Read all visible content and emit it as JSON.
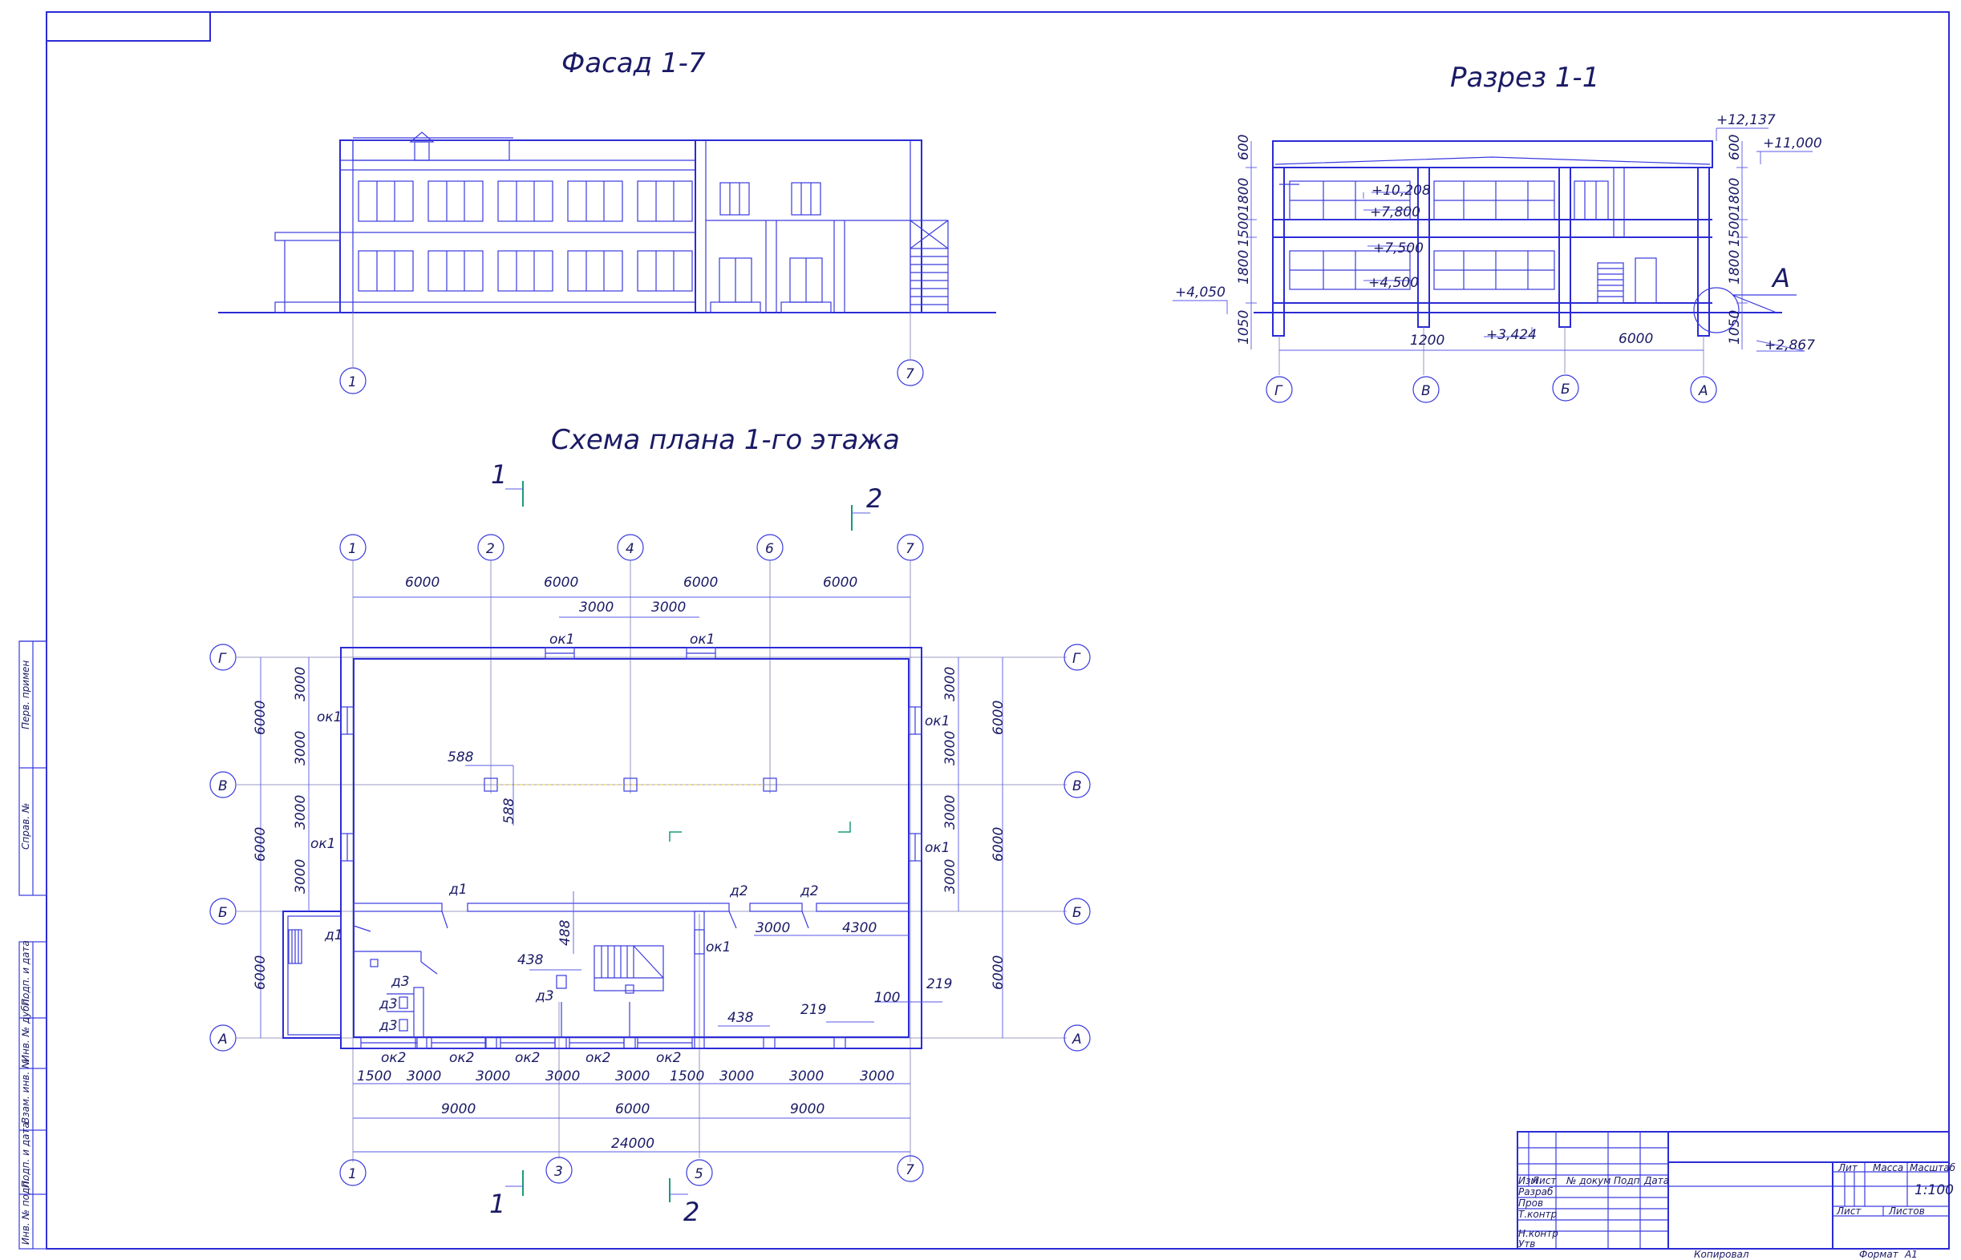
{
  "titles": {
    "facade": "Фасад 1-7",
    "section": "Разрез 1-1",
    "plan": "Схема плана 1-го этажа"
  },
  "facade": {
    "axes": [
      "1",
      "7"
    ]
  },
  "section": {
    "axes": [
      "Г",
      "В",
      "Б",
      "А"
    ],
    "levels": [
      "+12,137",
      "+11,000",
      "+10,208",
      "+7,800",
      "+7,500",
      "+4,500",
      "+4,050",
      "+3,424",
      "+2,867"
    ],
    "left_dims": [
      "600",
      "1800",
      "1500",
      "1800",
      "1050"
    ],
    "right_dims": [
      "600",
      "1800",
      "1500",
      "1800",
      "1050"
    ],
    "bottom_dims": [
      "1200",
      "6000"
    ],
    "node_label": "А"
  },
  "plan": {
    "top_axes": [
      "1",
      "2",
      "4",
      "6",
      "7"
    ],
    "bottom_axes": [
      "1",
      "3",
      "5",
      "7"
    ],
    "row_axes": [
      "Г",
      "В",
      "Б",
      "А"
    ],
    "top_dims": [
      "6000",
      "6000",
      "6000",
      "6000"
    ],
    "top_sub_dims": [
      "3000",
      "3000"
    ],
    "left_outer_dims": [
      "6000",
      "6000",
      "6000"
    ],
    "left_inner_dims": [
      "3000",
      "3000",
      "3000",
      "3000"
    ],
    "right_outer_dims": [
      "6000",
      "6000",
      "6000"
    ],
    "right_inner_dims": [
      "3000",
      "3000",
      "3000",
      "3000"
    ],
    "bottom_row1": [
      "1500",
      "3000",
      "3000",
      "3000",
      "3000",
      "1500",
      "3000",
      "3000",
      "3000"
    ],
    "bottom_row2": [
      "9000",
      "6000",
      "9000"
    ],
    "bottom_total": "24000",
    "windows": {
      "ok1": "ок1",
      "ok2": "ок2"
    },
    "doors": {
      "d1": "д1",
      "d2": "д2",
      "d3": "д3"
    },
    "small_dims": {
      "d588": "588",
      "d488": "488",
      "d438": "438",
      "d219": "219",
      "d100": "100",
      "d4300": "4300",
      "d3000": "3000"
    },
    "section_marks": {
      "s1": "1",
      "s2": "2"
    }
  },
  "sidebar_stamp": [
    "Перв. примен",
    "Справ. №",
    "Подп. и дата",
    "Инв. № дубл.",
    "Взам. инв. №",
    "Подп. и дата",
    "Инв. № подл."
  ],
  "title_block": {
    "headers": [
      "Изм",
      "Лист",
      "№ докум",
      "Подп",
      "Дата"
    ],
    "roles": [
      "Разраб",
      "Пров",
      "Т.контр",
      "Н.контр",
      "Утв"
    ],
    "lit": "Лит",
    "mass": "Масса",
    "scale_label": "Масштаб",
    "scale_value": "1:100",
    "sheet": "Лист",
    "sheets": "Листов",
    "copied": "Копировал",
    "format_label": "Формат",
    "format_value": "А1"
  }
}
